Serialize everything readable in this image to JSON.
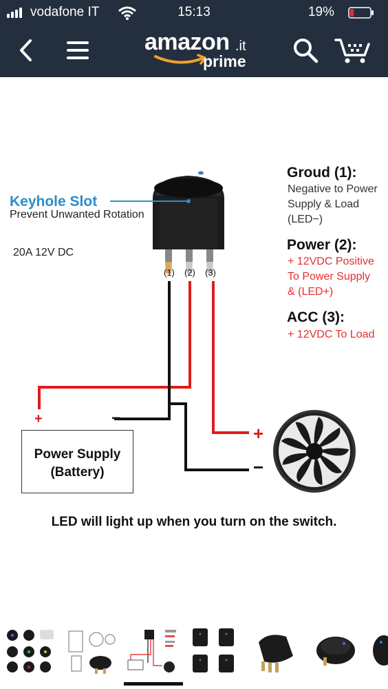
{
  "status_bar": {
    "carrier": "vodafone IT",
    "time": "15:13",
    "battery": "19%",
    "battery_level": 0.19,
    "battery_color": "#e0322c"
  },
  "nav": {
    "back_icon": "chevron-left-icon",
    "menu_icon": "hamburger-icon",
    "logo_word": "amazon",
    "logo_tld": ".it",
    "logo_prime": "prime",
    "search_icon": "search-icon",
    "cart_icon": "cart-icon"
  },
  "diagram": {
    "keyhole_title": "Keyhole Slot",
    "keyhole_desc": "Prevent Unwanted Rotation",
    "rating": "20A 12V DC",
    "pins": [
      "(1)",
      "(2)",
      "(3)"
    ],
    "ground_title": "Groud (1):",
    "ground_desc": [
      "Negative to Power",
      "Supply & Load",
      "(LED−)"
    ],
    "power_title": "Power (2):",
    "power_desc": [
      "+ 12VDC Positive",
      "To Power Supply",
      "& (LED+)"
    ],
    "acc_title": "ACC (3):",
    "acc_desc": [
      "+ 12VDC To Load"
    ],
    "plus": "+",
    "minus": "−",
    "power_supply_line1": "Power Supply",
    "power_supply_line2": "(Battery)",
    "caption": "LED will light up when you turn on the switch.",
    "colors": {
      "wire_red": "#e01b1b",
      "wire_black": "#111111",
      "keyhole_blue": "#2b8ec7"
    }
  },
  "thumbnails": {
    "selected_index": 2,
    "items": [
      "thumb-1",
      "thumb-2",
      "thumb-3",
      "thumb-4",
      "thumb-5",
      "thumb-6",
      "thumb-7"
    ]
  }
}
